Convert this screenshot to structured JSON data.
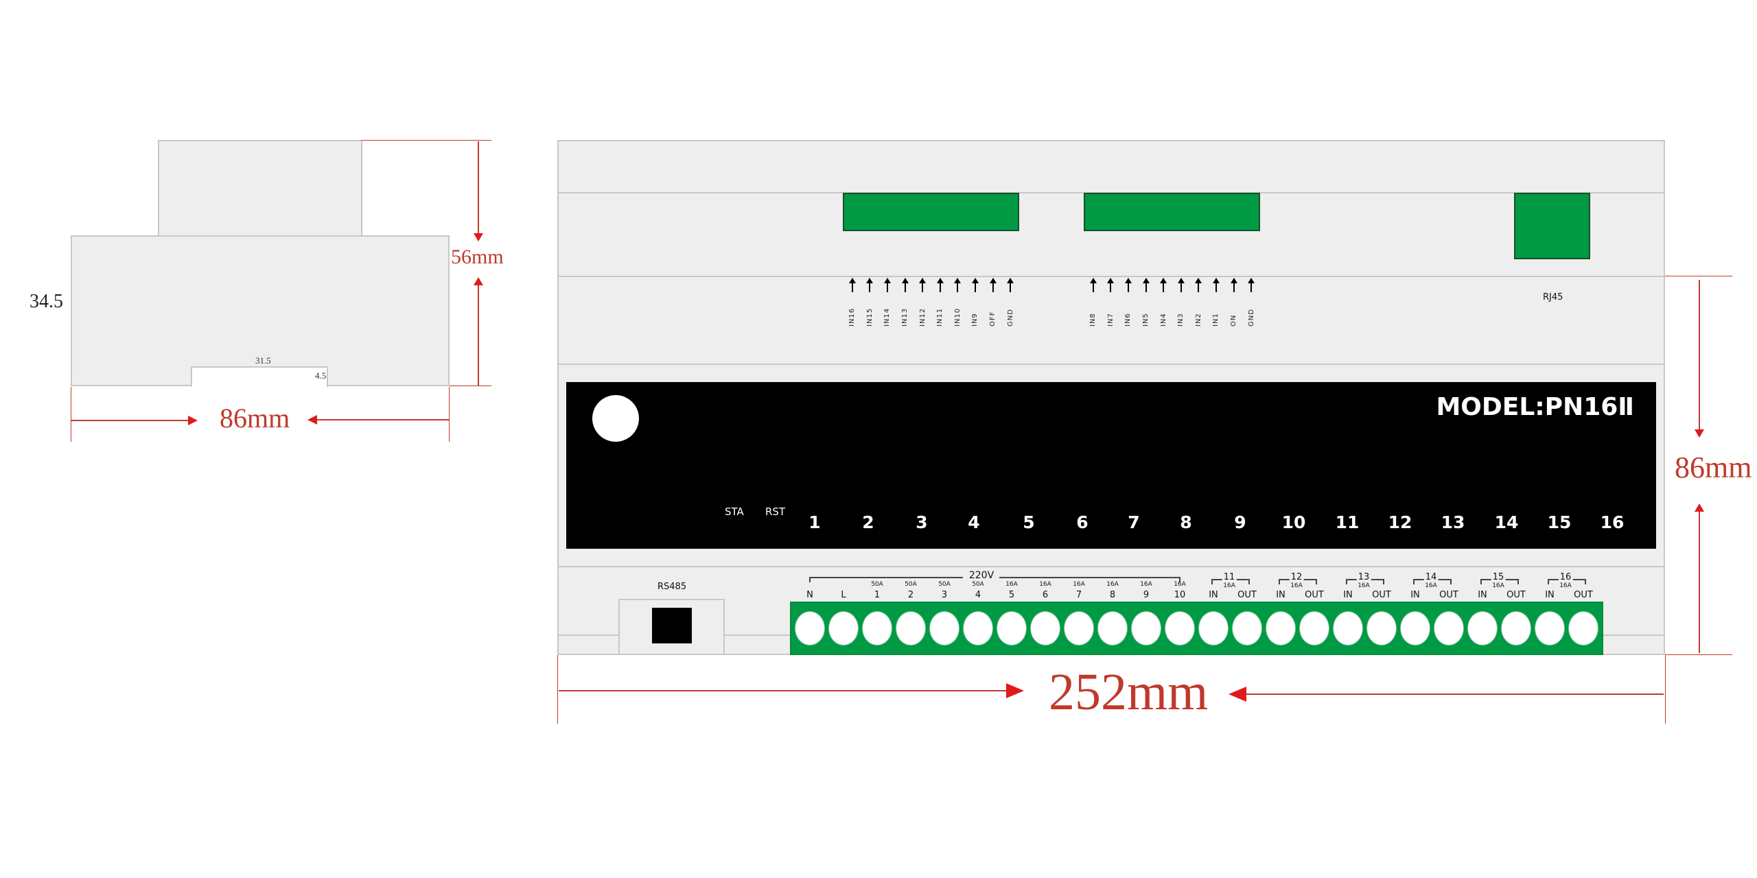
{
  "side_view": {
    "width_dim": "86mm",
    "height_dim": "56mm",
    "left_dim": "34.5",
    "notch_width": "31.5",
    "notch_depth": "4.5"
  },
  "front_view": {
    "width_dim": "252mm",
    "height_dim": "86mm",
    "top_connectors": {
      "left_pins": [
        "IN16",
        "IN15",
        "IN14",
        "IN13",
        "IN12",
        "IN11",
        "IN10",
        "IN9",
        "OFF",
        "GND"
      ],
      "right_pins": [
        "IN8",
        "IN7",
        "IN6",
        "IN5",
        "IN4",
        "IN3",
        "IN2",
        "IN1",
        "ON",
        "GND"
      ],
      "rj45_label": "RJ45"
    },
    "panel": {
      "model": "MODEL:PN16Ⅱ",
      "sta_label": "STA",
      "rst_label": "RST",
      "channels": [
        "1",
        "2",
        "3",
        "4",
        "5",
        "6",
        "7",
        "8",
        "9",
        "10",
        "11",
        "12",
        "13",
        "14",
        "15",
        "16"
      ]
    },
    "bottom": {
      "rs485_label": "RS485",
      "voltage_label": "220V",
      "terminals": [
        {
          "label": "N",
          "amp": ""
        },
        {
          "label": "L",
          "amp": ""
        },
        {
          "label": "1",
          "amp": "50A"
        },
        {
          "label": "2",
          "amp": "50A"
        },
        {
          "label": "3",
          "amp": "50A"
        },
        {
          "label": "4",
          "amp": "50A"
        },
        {
          "label": "5",
          "amp": "16A"
        },
        {
          "label": "6",
          "amp": "16A"
        },
        {
          "label": "7",
          "amp": "16A"
        },
        {
          "label": "8",
          "amp": "16A"
        },
        {
          "label": "9",
          "amp": "16A"
        },
        {
          "label": "10",
          "amp": "16A"
        }
      ],
      "paired": [
        {
          "num": "11",
          "amp": "16A",
          "in": "IN",
          "out": "OUT"
        },
        {
          "num": "12",
          "amp": "16A",
          "in": "IN",
          "out": "OUT"
        },
        {
          "num": "13",
          "amp": "16A",
          "in": "IN",
          "out": "OUT"
        },
        {
          "num": "14",
          "amp": "16A",
          "in": "IN",
          "out": "OUT"
        },
        {
          "num": "15",
          "amp": "16A",
          "in": "IN",
          "out": "OUT"
        },
        {
          "num": "16",
          "amp": "16A",
          "in": "IN",
          "out": "OUT"
        }
      ]
    }
  },
  "colors": {
    "dimension": "#c0392b",
    "arrow": "#e01b1b",
    "connector_green": "#009a44",
    "housing": "#eeeeee",
    "panel": "#000000"
  }
}
